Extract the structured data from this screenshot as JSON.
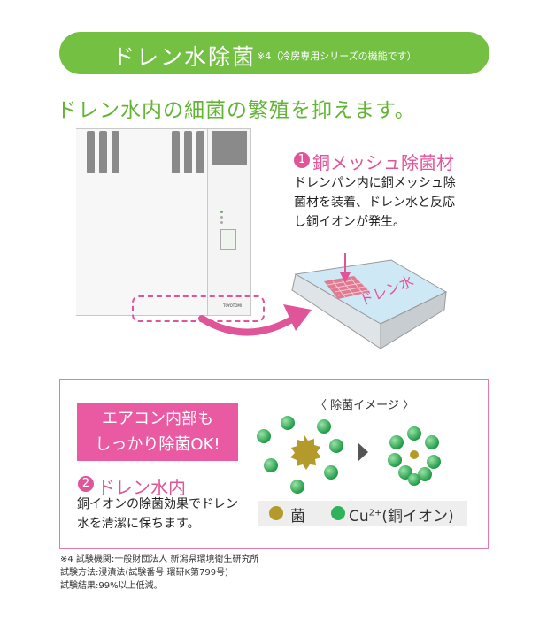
{
  "header": {
    "title": "ドレン水除菌",
    "note": "※4（冷房専用シリーズの機能です）"
  },
  "headline": "ドレン水内の細菌の繁殖を抑えます。",
  "unit_panel": {
    "label": "TOYOTOMI"
  },
  "tray": {
    "label": "ドレン水"
  },
  "copper_mesh": {
    "number": "1",
    "title": "銅メッシュ除菌材",
    "lines": [
      "ドレンパン内に銅メッシュ除",
      "菌材を装着、ドレン水と反応",
      "し銅イオンが発生。"
    ]
  },
  "banner": {
    "lines": [
      "エアコン内部も",
      "しっかり除菌OK!"
    ]
  },
  "drain": {
    "number": "2",
    "title": "ドレン水内",
    "lines": [
      "銅イオンの除菌効果でドレン",
      "水を清潔に保ちます。"
    ]
  },
  "sterilize_image": {
    "label": "〈 除菌イメージ 〉"
  },
  "legend": {
    "bacteria": "菌",
    "copper": "Cu",
    "copper_sup": "2+",
    "copper_suffix": "(銅イオン)"
  },
  "footnote": {
    "lines": [
      "※4  試験機関:一般財団法人  新潟県環境衛生研究所",
      "       試験方法:浸漬法(試験番号  環研K第799号)",
      "       試験結果:99%以上低減。"
    ]
  },
  "colors": {
    "green": "#73c043",
    "pink": "#e0559a",
    "ion_green": "#2fb35a",
    "bacteria": "#b49a2a"
  }
}
